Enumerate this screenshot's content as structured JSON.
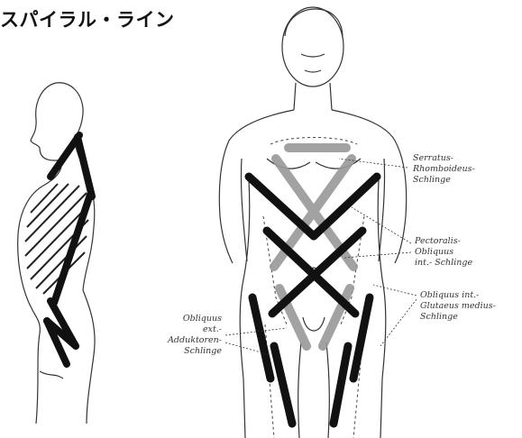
{
  "title": "スパイラル・ライン",
  "labels": {
    "serratus": [
      "Serratus-",
      "Rhomboideus-",
      "Schlinge"
    ],
    "pectoralis": [
      "Pectoralis-",
      "Obliquus",
      "int.- Schlinge"
    ],
    "obliquus_int": [
      "Obliquus int.-",
      "Glutaeus medius-",
      "Schlinge"
    ],
    "obliquus_ext": [
      "Obliquus",
      "ext.-",
      "Adduktoren-",
      "Schlinge"
    ]
  },
  "colors": {
    "band": "#111111",
    "outline": "#333333",
    "hatch": "#222222",
    "text": "#333333"
  }
}
